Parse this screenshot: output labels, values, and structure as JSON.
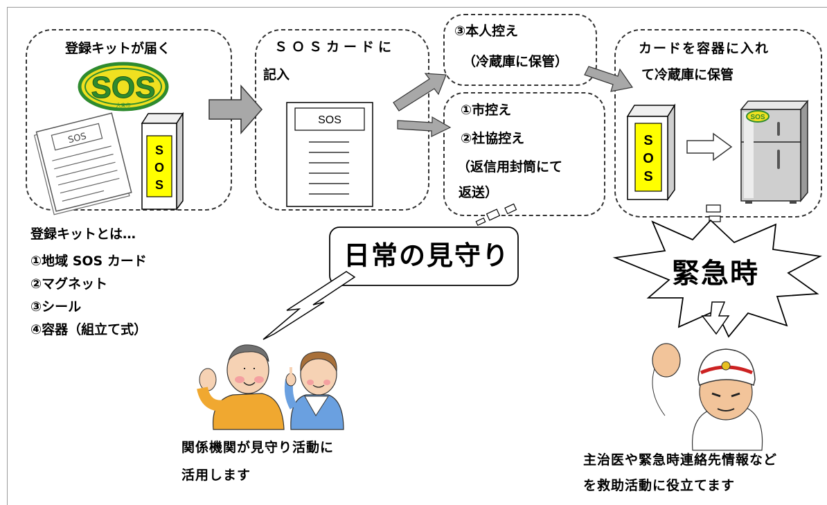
{
  "step1": {
    "title": "登録キットが届く",
    "logo_text": "SOS",
    "logo_subtext": "大東市",
    "card_text": "SOS",
    "container_text": "SOS"
  },
  "step2": {
    "title_line1": "ＳＯＳカードに",
    "title_line2": "記入",
    "card_text": "SOS"
  },
  "copy3": {
    "line1": "③本人控え",
    "line2": "（冷蔵庫に保管）"
  },
  "copy12": {
    "line1": "①市控え",
    "line2": "②社協控え",
    "line3": "（返信用封筒にて",
    "line4": "返送）"
  },
  "step4": {
    "title_line1": "カードを容器に入れ",
    "title_line2": "て冷蔵庫に保管",
    "container_text": "SOS",
    "fridge_logo": "SOS"
  },
  "kit": {
    "heading": "登録キットとは…",
    "items": [
      "①地域 SOS カード",
      "②マグネット",
      "③シール",
      "④容器（組立て式）"
    ]
  },
  "daily": {
    "label": "日常の見守り",
    "caption_line1": "関係機関が見守り活動に",
    "caption_line2": "活用します"
  },
  "emergency": {
    "label": "緊急時",
    "caption_line1": "主治医や緊急時連絡先情報など",
    "caption_line2": "を救助活動に役立てます"
  },
  "colors": {
    "logo_green": "#2e8b2e",
    "logo_yellow": "#f0e020",
    "container_yellow": "#ffff00",
    "arrow_gray": "#a0a0a0"
  }
}
